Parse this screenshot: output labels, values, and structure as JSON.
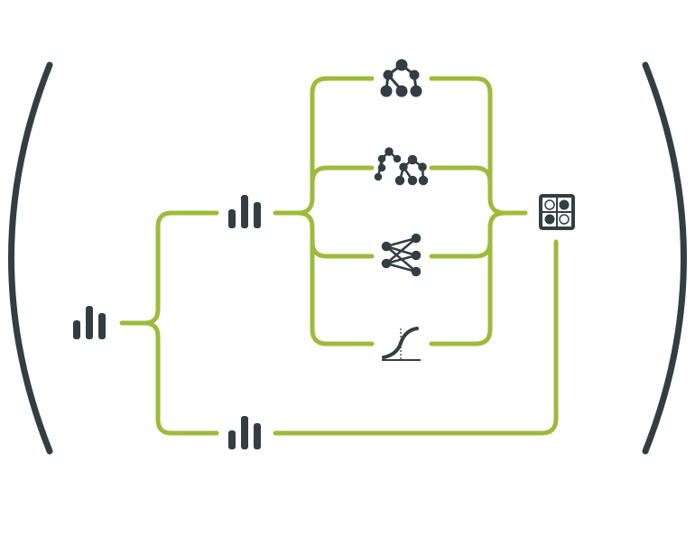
{
  "colors": {
    "connector": "#9dbb3a",
    "icon": "#323e42",
    "background": "#ffffff"
  },
  "nodes": [
    {
      "id": "input-data",
      "icon": "bar-chart-icon"
    },
    {
      "id": "train-data",
      "icon": "bar-chart-icon"
    },
    {
      "id": "test-data",
      "icon": "bar-chart-icon"
    },
    {
      "id": "model-decision-tree",
      "icon": "decision-tree-icon"
    },
    {
      "id": "model-random-forest",
      "icon": "random-forest-icon"
    },
    {
      "id": "model-neural-network",
      "icon": "neural-network-icon"
    },
    {
      "id": "model-logistic-regression",
      "icon": "sigmoid-curve-icon"
    },
    {
      "id": "evaluation",
      "icon": "confusion-matrix-icon"
    }
  ]
}
